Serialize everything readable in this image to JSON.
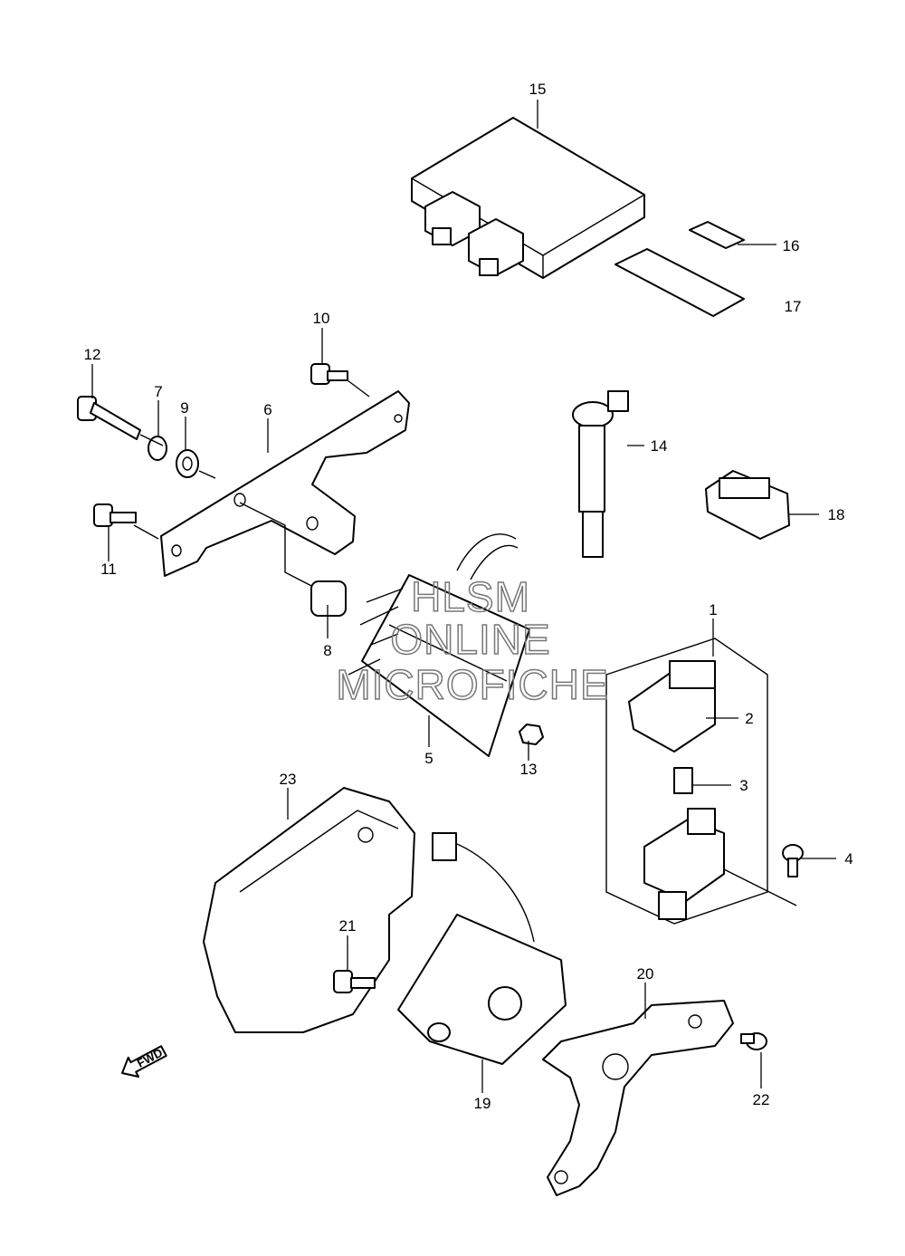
{
  "callouts": [
    "1",
    "2",
    "3",
    "4",
    "5",
    "6",
    "7",
    "8",
    "9",
    "10",
    "11",
    "12",
    "13",
    "14",
    "15",
    "16",
    "17",
    "18",
    "19",
    "20",
    "21",
    "22",
    "23"
  ],
  "watermark": [
    "HLSM",
    "ONLINE",
    "MICROFICHE"
  ],
  "direction_arrow": {
    "label": "FWD",
    "icon": "forward-arrow-icon"
  }
}
